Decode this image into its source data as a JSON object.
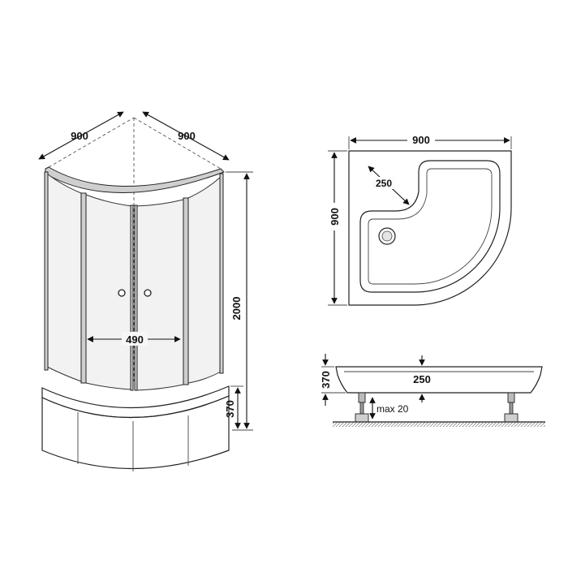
{
  "cabin_view": {
    "width_left": "900",
    "width_right": "900",
    "height_total": "2000",
    "tray_height": "370",
    "door_opening": "490"
  },
  "tray_top_view": {
    "width": "900",
    "depth": "900",
    "corner_radius": "250"
  },
  "tray_side_view": {
    "tray_height": "370",
    "basin_depth": "250",
    "leg_adjust": "max 20"
  }
}
